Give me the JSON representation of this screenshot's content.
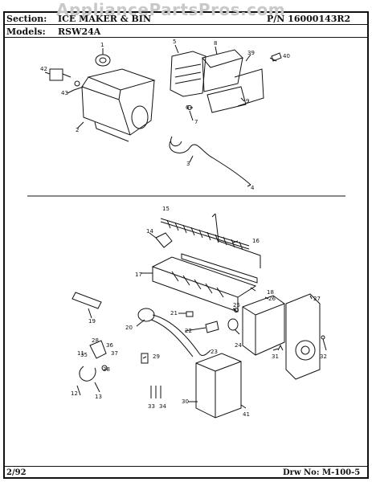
{
  "watermark": "AppliancePartsPros.com",
  "header": {
    "section_label": "Section:",
    "section_value": "ICE MAKER & BIN",
    "models_label": "Models:",
    "models_value": "RSW24A",
    "part_number": "P/N 16000143R2"
  },
  "footer": {
    "date": "2/92",
    "drawing_number": "Drw No: M-100-5"
  },
  "callouts": [
    "1",
    "2",
    "3",
    "4",
    "5",
    "6",
    "7",
    "8",
    "9",
    "11",
    "12",
    "13",
    "14",
    "15",
    "16",
    "17",
    "18",
    "19",
    "20",
    "21",
    "22",
    "23",
    "24",
    "25",
    "26",
    "27",
    "28",
    "29",
    "30",
    "31",
    "32",
    "33",
    "34",
    "35",
    "36",
    "37",
    "38",
    "39",
    "40",
    "41",
    "42",
    "43"
  ]
}
